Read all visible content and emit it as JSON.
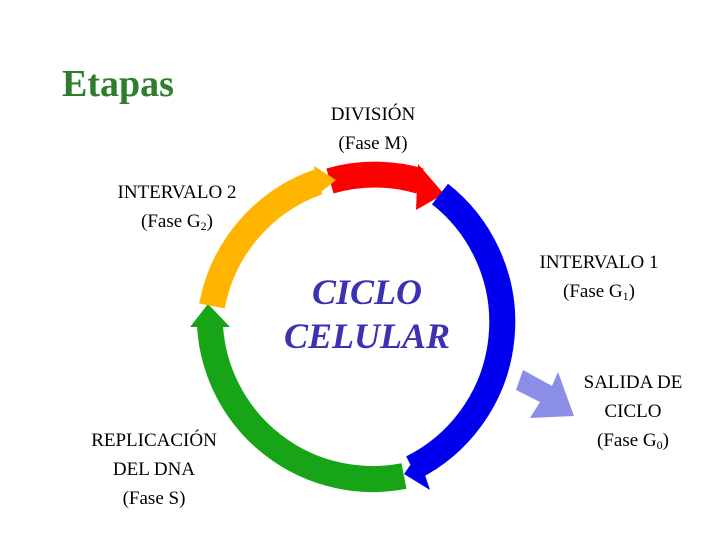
{
  "title": "Etapas",
  "center": {
    "line1": "CICLO",
    "line2": "CELULAR"
  },
  "phases": {
    "m": {
      "name": "DIVISIÓN",
      "phase_prefix": "(Fase M)",
      "subscript": "",
      "suffix": ""
    },
    "g1": {
      "name": "INTERVALO 1",
      "phase_prefix": "(Fase G",
      "subscript": "1",
      "suffix": ")"
    },
    "g0": {
      "name_line1": "SALIDA DE",
      "name_line2": "CICLO",
      "phase_prefix": "(Fase G",
      "subscript": "0",
      "suffix": ")"
    },
    "s": {
      "name_line1": "REPLICACIÓN",
      "name_line2": "DEL DNA",
      "phase_prefix": "(Fase S)",
      "subscript": "",
      "suffix": ""
    },
    "g2": {
      "name": "INTERVALO 2",
      "phase_prefix": "(Fase G",
      "subscript": "2",
      "suffix": ")"
    }
  },
  "colors": {
    "title": "#2e7d2e",
    "center_text": "#3a32b0",
    "phase_m": "#ff0000",
    "phase_g1": "#0000ee",
    "phase_g0": "#8a8ee6",
    "phase_s": "#17a517",
    "phase_g2": "#ffb400"
  }
}
